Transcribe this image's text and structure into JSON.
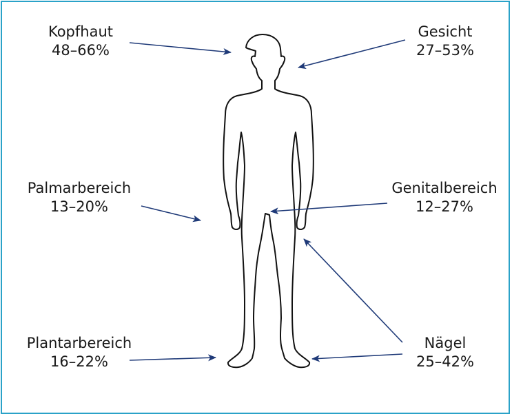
{
  "regions": [
    {
      "id": "kopfhaut",
      "name": "Kopfhaut",
      "range": "48–66%"
    },
    {
      "id": "gesicht",
      "name": "Gesicht",
      "range": "27–53%"
    },
    {
      "id": "palmarbereich",
      "name": "Palmarbereich",
      "range": "13–20%"
    },
    {
      "id": "genitalbereich",
      "name": "Genitalbereich",
      "range": "12–27%"
    },
    {
      "id": "plantarbereich",
      "name": "Plantarbereich",
      "range": "16–22%"
    },
    {
      "id": "naegel",
      "name": "Nägel",
      "range": "25–42%"
    }
  ],
  "colors": {
    "arrow": "#1f3a78",
    "frame": "#2aa2c8",
    "outline": "#111111",
    "text": "#1a1a1a"
  }
}
